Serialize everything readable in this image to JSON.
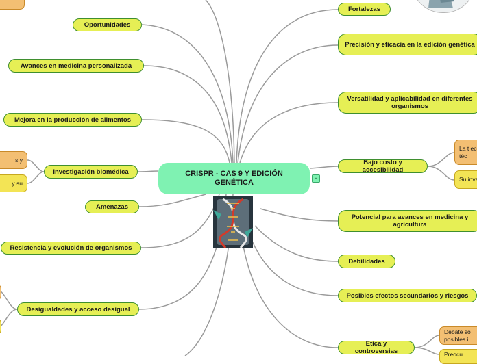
{
  "root": {
    "title": "CRISPR - CAS 9 Y EDICIÓN GENÉTICA"
  },
  "left": {
    "oportunidades": "Oportunidades",
    "medicina_personalizada": "Avances en medicina personalizada",
    "alimentos": "Mejora en la producción de alimentos",
    "investigacion": "Investigación biomédica",
    "investigacion_sub1": "s y",
    "investigacion_sub2": "y su",
    "amenazas": "Amenazas",
    "resistencia": "Resistencia y evolución de organismos",
    "desigualdades": "Desigualdades y acceso desigual"
  },
  "right": {
    "fortalezas": "Fortalezas",
    "precision": "Precisión y eficacia en la edición genética",
    "versatilidad": "Versatilidad y aplicabilidad en diferentes organismos",
    "bajo_costo": "Bajo costo y accesibilidad",
    "bajo_costo_sub1": "La t eco téc",
    "bajo_costo_sub2": "Su inve",
    "potencial": "Potencial para avances en medicina y agricultura",
    "debilidades": "Debilidades",
    "efectos": "Posibles efectos secundarios y riesgos",
    "etica": "Ética y controversias",
    "etica_sub1": "Debate so posibles i",
    "etica_sub2": "Preocu"
  },
  "colors": {
    "root": "#7ff2b2",
    "topic_fill": "#e6ef55",
    "topic_border": "#3f8f2f",
    "sub_orange": "#f3bf73",
    "sub_yellow": "#f3e455",
    "link": "#9a9a9a"
  }
}
